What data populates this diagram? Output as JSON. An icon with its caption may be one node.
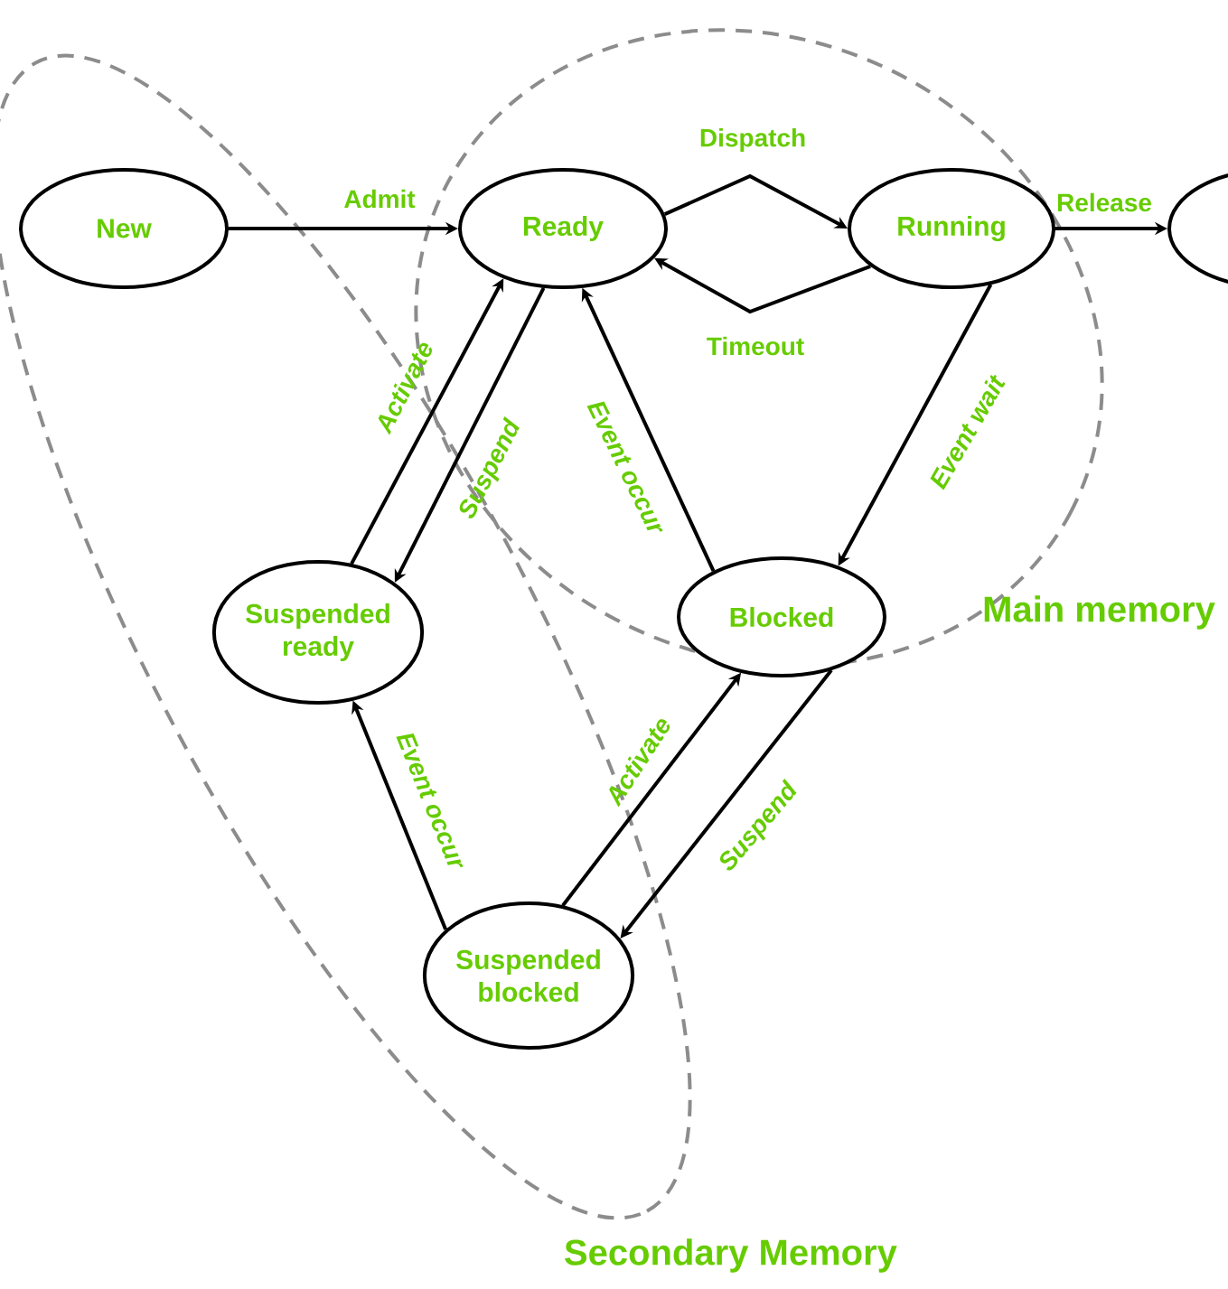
{
  "diagram": {
    "nodes": [
      {
        "text": [
          "New"
        ]
      },
      {
        "text": [
          "Ready"
        ]
      },
      {
        "text": [
          "Running"
        ]
      },
      {
        "text": [],
        "shape": "ellipse"
      },
      {
        "text": [
          "Suspended ready"
        ]
      },
      {
        "text": [
          "Blocked"
        ]
      },
      {
        "text": [
          "Suspended blocked"
        ]
      }
    ],
    "edges": [
      {
        "from": 0,
        "to": 1,
        "arrow": "to",
        "label": "Admit"
      },
      {
        "from": 1,
        "to": 2,
        "arrow": "to",
        "label": "Dispatch"
      },
      {
        "from": 2,
        "to": 1,
        "arrow": "to",
        "label": "Timeout"
      },
      {
        "from": 2,
        "to": 3,
        "arrow": "to",
        "label": "Release"
      },
      {
        "from": 4,
        "to": 1,
        "arrow": "to",
        "label": "Activate"
      },
      {
        "from": 1,
        "to": 4,
        "arrow": "to",
        "label": "Suspend"
      },
      {
        "from": 5,
        "to": 1,
        "arrow": "to",
        "label": "Event occur"
      },
      {
        "from": 2,
        "to": 5,
        "arrow": "to",
        "label": "Event wait"
      },
      {
        "from": 6,
        "to": 4,
        "arrow": "to",
        "label": "Event occur"
      },
      {
        "from": 6,
        "to": 5,
        "arrow": "to",
        "label": "Activate"
      },
      {
        "from": 5,
        "to": 6,
        "arrow": "to",
        "label": "Suspend"
      }
    ],
    "labels": [
      "Main memory",
      "Secondary Memory"
    ]
  }
}
